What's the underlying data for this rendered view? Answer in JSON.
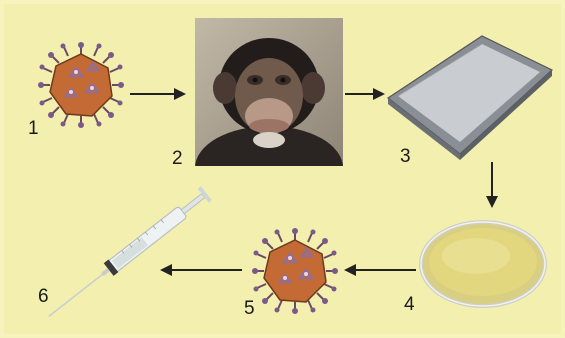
{
  "figure": {
    "steps": [
      {
        "number": "1",
        "item": "virus"
      },
      {
        "number": "2",
        "item": "chimpanzee"
      },
      {
        "number": "3",
        "item": "tray"
      },
      {
        "number": "4",
        "item": "petri-dish"
      },
      {
        "number": "5",
        "item": "virus"
      },
      {
        "number": "6",
        "item": "syringe"
      }
    ],
    "colors": {
      "background": "#f3efaf",
      "virus_core": "#c46a34",
      "arrow": "#222222"
    }
  }
}
